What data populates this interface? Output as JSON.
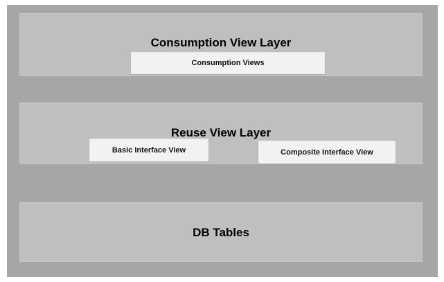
{
  "colors": {
    "page_background": "#ffffff",
    "outer_fill": "#a6a6a6",
    "layer_fill": "#bfbfbf",
    "node_fill": "#f2f2f2",
    "text": "#000000"
  },
  "diagram": {
    "layers": [
      {
        "id": "consumption-view-layer",
        "title": "Consumption View Layer",
        "boxes": [
          {
            "label": "Consumption Views"
          }
        ]
      },
      {
        "id": "reuse-view-layer",
        "title": "Reuse View Layer",
        "boxes": [
          {
            "label": "Basic Interface View"
          },
          {
            "label": "Composite Interface View"
          }
        ]
      },
      {
        "id": "db-tables-layer",
        "title": "DB Tables",
        "boxes": []
      }
    ]
  }
}
